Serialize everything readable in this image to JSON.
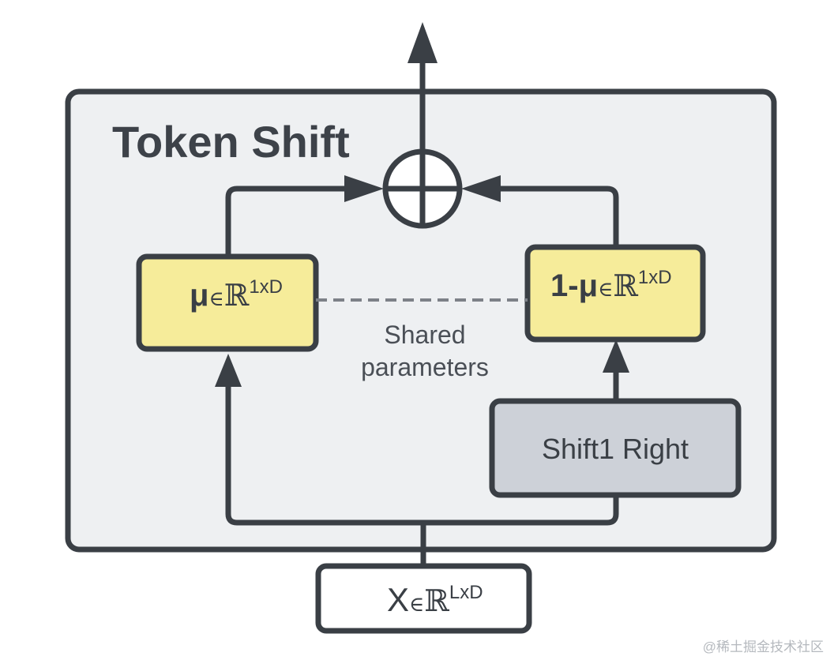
{
  "diagram": {
    "title": "Token Shift",
    "input_label": {
      "base": "X",
      "member": "∈",
      "set": "ℝ",
      "sup": "LxD"
    },
    "mu_label": {
      "base": "μ",
      "member": "∈",
      "set": "ℝ",
      "sup": "1xD"
    },
    "one_minus_mu_label": {
      "prefix": "1-",
      "base": "μ",
      "member": "∈",
      "set": "ℝ",
      "sup": "1xD"
    },
    "shift_label": "Shift1 Right",
    "shared_note_line1": "Shared",
    "shared_note_line2": "parameters",
    "sum_symbol": "⊕",
    "colors": {
      "container_fill": "#eef0f2",
      "stroke": "#3a3f45",
      "mu_box_fill": "#f6ec9a",
      "shift_box_fill": "#cdd1d8",
      "input_box_fill": "#ffffff",
      "dashed_line": "#7d8188"
    }
  },
  "watermark": "@稀土掘金技术社区"
}
